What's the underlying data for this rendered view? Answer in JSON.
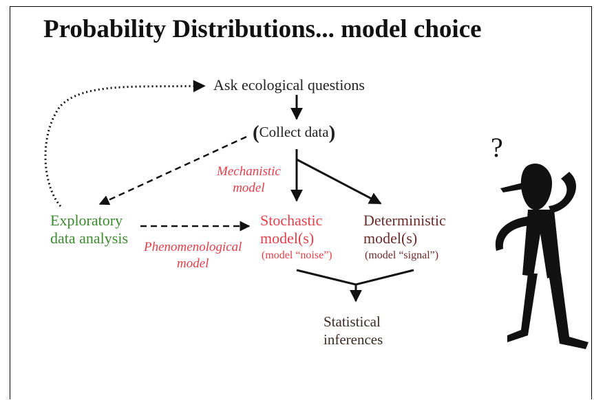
{
  "title": "Probability Distributions... model choice",
  "nodes": {
    "ask": "Ask ecological questions",
    "collect": {
      "open_paren": "(",
      "text": "Collect data",
      "close_paren": ")"
    },
    "mechanistic": {
      "line1": "Mechanistic",
      "line2": "model"
    },
    "exploratory": {
      "line1": "Exploratory",
      "line2": "data analysis"
    },
    "phenomenological": {
      "line1": "Phenomenological",
      "line2": "model"
    },
    "stochastic": {
      "line1": "Stochastic",
      "line2": "model(s)",
      "sub": "(model “noise”)"
    },
    "deterministic": {
      "line1": "Deterministic",
      "line2": "model(s)",
      "sub": "(model “signal”)"
    },
    "statistical": {
      "line1": "Statistical",
      "line2": "inferences"
    }
  },
  "figure": {
    "question_mark": "?"
  },
  "colors": {
    "green": "#3c8a2f",
    "red": "#e0404a",
    "brown": "#6b2a2a",
    "dark": "#222222"
  }
}
